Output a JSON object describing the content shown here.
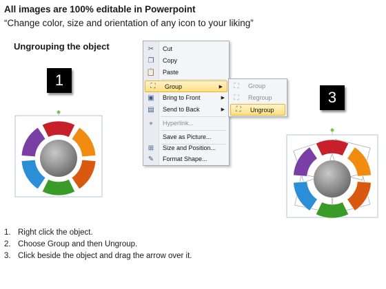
{
  "header": {
    "line1": "All images are 100% editable in Powerpoint",
    "line2": "“Change color, size and orientation of any icon to your liking”"
  },
  "section_title": "Ungrouping the object",
  "steps": {
    "step1": "1",
    "step3": "3"
  },
  "context_menu": {
    "items": [
      {
        "label": "Cut",
        "icon": "scissors-icon"
      },
      {
        "label": "Copy",
        "icon": "copy-icon"
      },
      {
        "label": "Paste",
        "icon": "paste-icon"
      },
      {
        "label": "Group",
        "icon": "group-icon",
        "highlighted": true,
        "submenu": true
      },
      {
        "label": "Bring to Front",
        "icon": "bring-to-front-icon",
        "submenu": true
      },
      {
        "label": "Send to Back",
        "icon": "send-to-back-icon",
        "submenu": true
      },
      {
        "label": "Hyperlink...",
        "icon": "hyperlink-icon",
        "disabled": true
      },
      {
        "label": "Save as Picture...",
        "icon": ""
      },
      {
        "label": "Size and Position...",
        "icon": "size-position-icon"
      },
      {
        "label": "Format Shape...",
        "icon": "format-shape-icon"
      }
    ]
  },
  "sub_menu": {
    "items": [
      {
        "label": "Group",
        "disabled": true
      },
      {
        "label": "Regroup",
        "disabled": true
      },
      {
        "label": "Ungroup",
        "highlighted": true
      }
    ]
  },
  "instructions": [
    {
      "num": "1.",
      "text": "Right click the object."
    },
    {
      "num": "2.",
      "text": "Choose Group and then Ungroup."
    },
    {
      "num": "3.",
      "text": "Click beside the object and drag the arrow over it."
    }
  ],
  "colors": {
    "red": "#c8202b",
    "orange": "#f08c10",
    "dark_orange": "#d8590f",
    "green": "#3b9b29",
    "blue": "#2a8fd6",
    "purple": "#7a3fa5",
    "center_gray": "#8e8e8e"
  }
}
